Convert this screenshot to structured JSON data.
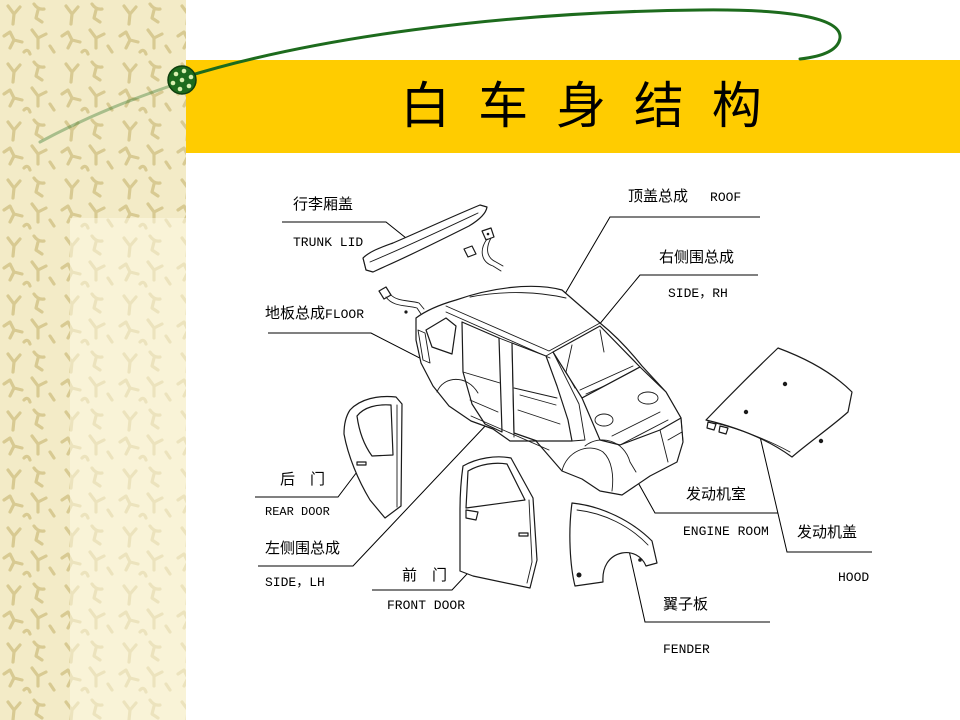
{
  "slide": {
    "title": "白 车 身 结 构"
  },
  "theme": {
    "title_bar_color": "#ffcc00",
    "curve_color": "#1d6b1d",
    "panel_color": "#f3ebc7",
    "pattern_color": "#d8ca92",
    "line_color": "#1a1a1a"
  },
  "parts": {
    "trunk_lid": {
      "cn": "行李厢盖",
      "en": "TRUNK LID"
    },
    "roof": {
      "cn": "顶盖总成",
      "en": "ROOF"
    },
    "side_rh": {
      "cn": "右侧围总成",
      "en": "SIDE，RH"
    },
    "floor": {
      "cn": "地板总成",
      "en": "FLOOR"
    },
    "rear_door": {
      "cn": "后　门",
      "en": "REAR DOOR"
    },
    "side_lh": {
      "cn": "左侧围总成",
      "en": "SIDE，LH"
    },
    "front_door": {
      "cn": "前　门",
      "en": "FRONT DOOR"
    },
    "engine_room": {
      "cn": "发动机室",
      "en": "ENGINE ROOM"
    },
    "hood": {
      "cn": "发动机盖",
      "en": "HOOD"
    },
    "fender": {
      "cn": "翼子板",
      "en": "FENDER"
    }
  }
}
